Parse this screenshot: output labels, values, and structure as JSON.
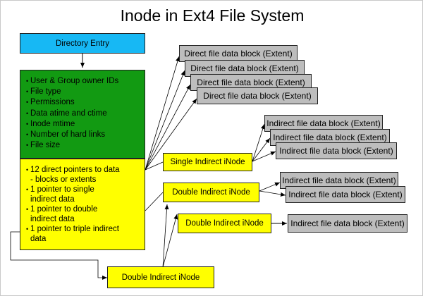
{
  "title": "Inode in Ext4 File System",
  "directory_entry": "Directory Entry",
  "inode_attributes": [
    "User & Group owner IDs",
    "File type",
    "Permissions",
    "Data atime and ctime",
    "Inode mtime",
    "Number of hard links",
    "File size"
  ],
  "pointers": [
    {
      "line1": "12 direct pointers to data",
      "line2": "- blocks or extents"
    },
    {
      "line1": "1 pointer to single",
      "line2": "indirect data"
    },
    {
      "line1": "1 pointer to double",
      "line2": "indirect data"
    },
    {
      "line1": "1 pointer to triple indirect",
      "line2": "data"
    }
  ],
  "direct_blocks": [
    "Direct file data block (Extent)",
    "Direct file data block (Extent)",
    "Direct file data block (Extent)",
    "Direct file data block (Extent)"
  ],
  "single_indirect_node": "Single Indirect iNode",
  "single_indirect_blocks": [
    "Indirect file data block (Extent)",
    "Indirect file data block (Extent)",
    "Indirect file data block (Extent)"
  ],
  "double_indirect_node_top": "Double Indirect iNode",
  "double_indirect_blocks": [
    "Indirect file data block (Extent)",
    "Indirect file data block (Extent)"
  ],
  "double_indirect_node_mid": "Double Indirect iNode",
  "mid_indirect_block": "Indirect file data block (Extent)",
  "double_indirect_node_bottom": "Double Indirect iNode",
  "colors": {
    "directory_entry": "#17b8f4",
    "attributes": "#129a12",
    "pointers": "#ffff00",
    "data_block": "#bdbdbd"
  }
}
